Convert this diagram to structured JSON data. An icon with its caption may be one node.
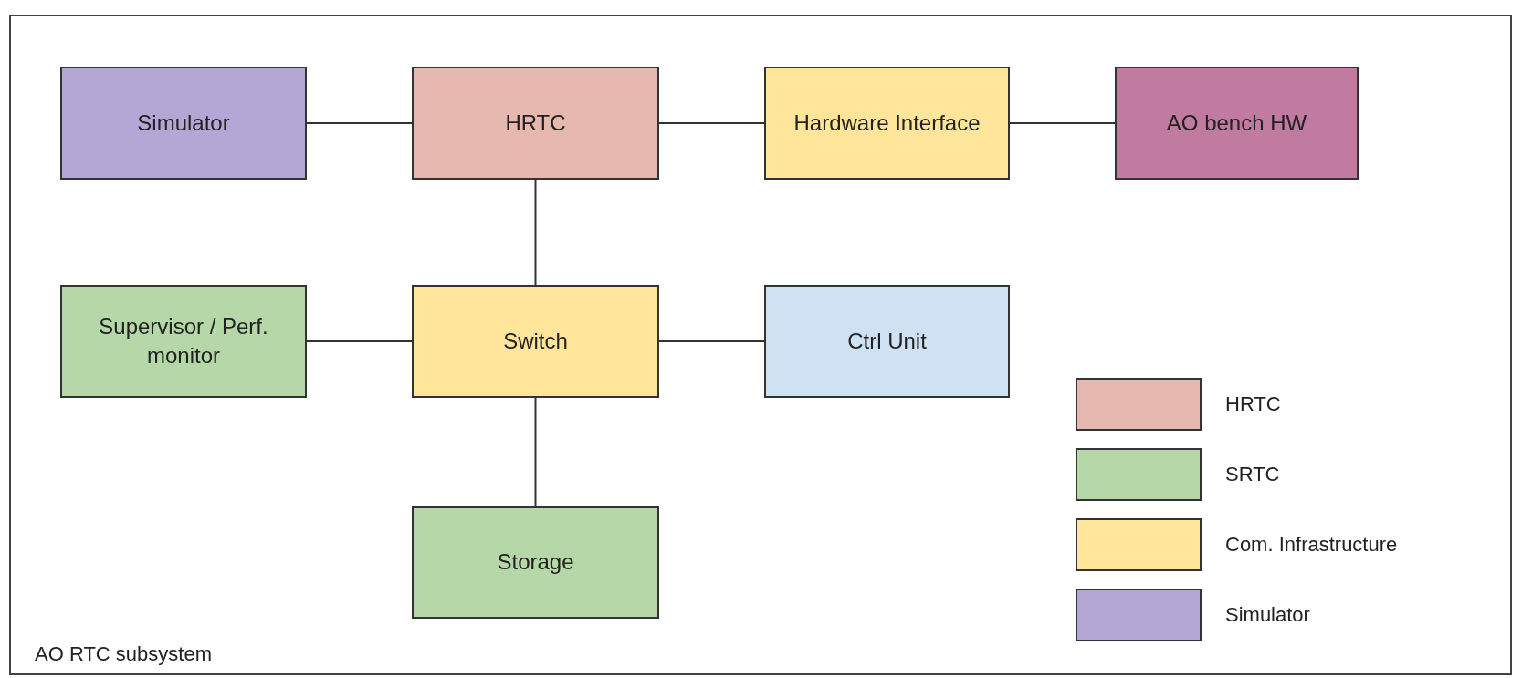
{
  "diagram": {
    "nodes": [
      {
        "text": [
          "AO RTC subsystem"
        ]
      },
      {
        "text": [
          "Simulator"
        ],
        "in": 0
      },
      {
        "text": [
          "HRTC"
        ],
        "in": 0
      },
      {
        "text": [
          "Hardware Interface"
        ],
        "in": 0
      },
      {
        "text": [
          "AO bench HW"
        ],
        "in": 0
      },
      {
        "text": [
          "Supervisor / Perf. monitor"
        ],
        "in": 0
      },
      {
        "text": [
          "Switch"
        ],
        "in": 0
      },
      {
        "text": [
          "Ctrl Unit"
        ],
        "in": 0
      },
      {
        "text": [
          "Storage"
        ],
        "in": 0
      }
    ],
    "edges": [
      {
        "from": 1,
        "to": 2,
        "arrow": "none"
      },
      {
        "from": 2,
        "to": 3,
        "arrow": "none"
      },
      {
        "from": 3,
        "to": 4,
        "arrow": "none"
      },
      {
        "from": 2,
        "to": 6,
        "arrow": "none"
      },
      {
        "from": 5,
        "to": 6,
        "arrow": "none"
      },
      {
        "from": 6,
        "to": 7,
        "arrow": "none"
      },
      {
        "from": 6,
        "to": 8,
        "arrow": "none"
      }
    ],
    "legend": [
      {
        "text": "HRTC",
        "color": "#e6b8af"
      },
      {
        "text": "SRTC",
        "color": "#b6d7a8"
      },
      {
        "text": "Com. Infrastructure",
        "color": "#ffe599"
      },
      {
        "text": "Simulator",
        "color": "#b4a7d6"
      }
    ]
  }
}
